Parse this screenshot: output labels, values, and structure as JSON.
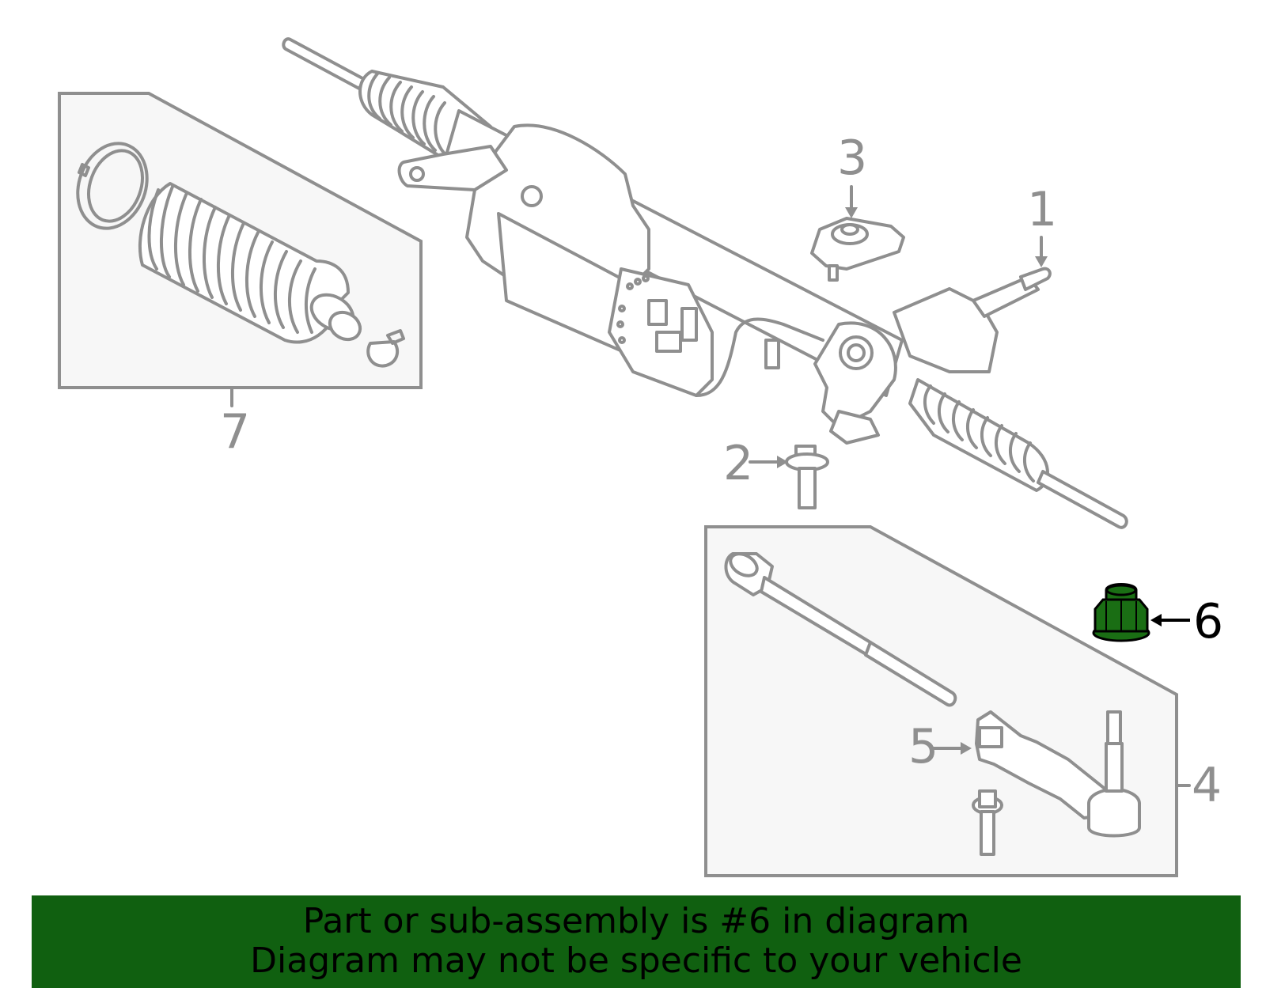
{
  "diagram": {
    "callouts": [
      "1",
      "2",
      "3",
      "4",
      "5",
      "6",
      "7"
    ],
    "highlighted_part": "6",
    "highlight_color": "#1a6e14",
    "line_color": "#8f8f8f"
  },
  "banner": {
    "line1": "Part or sub-assembly is #6 in diagram",
    "line2": "Diagram may not be specific to your vehicle",
    "background_color": "#106010"
  }
}
